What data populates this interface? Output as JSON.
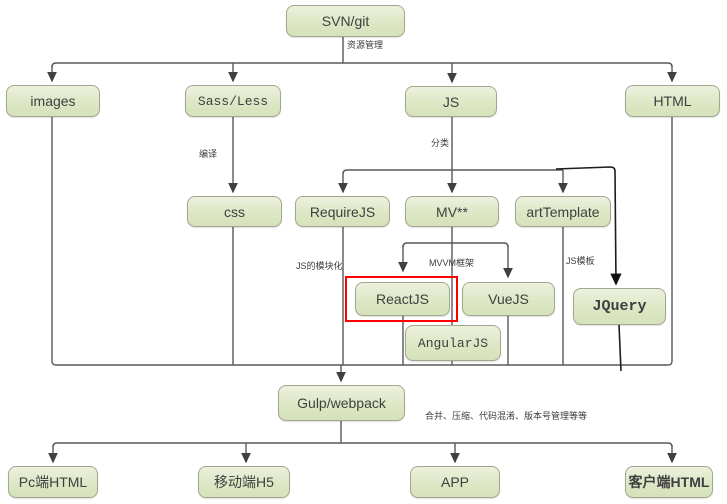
{
  "diagram": {
    "nodes": {
      "svn_git": "SVN/git",
      "images": "images",
      "sass_less": "Sass/Less",
      "js": "JS",
      "html": "HTML",
      "css": "css",
      "requirejs": "RequireJS",
      "mv": "MV**",
      "arttemplate": "artTemplate",
      "reactjs": "ReactJS",
      "vuejs": "VueJS",
      "jquery": "JQuery",
      "angularjs": "AngularJS",
      "gulp_webpack": "Gulp/webpack",
      "pc_html": "Pc端HTML",
      "mobile_h5": "移动端H5",
      "app": "APP",
      "client_html": "客户端HTML"
    },
    "edge_labels": {
      "resource_mgmt": "资源管理",
      "compile": "编译",
      "classify": "分类",
      "js_modular": "JS的模块化",
      "mvvm_framework": "MVVM框架",
      "js_template": "JS模板",
      "build_note": "合并、压缩、代码混淆、版本号管理等等"
    },
    "highlighted_node": "ReactJS",
    "colors": {
      "node_fill": "#dde7c5",
      "node_border": "#a2a78f",
      "line": "#595959",
      "annotation_line": "#1c1c1c",
      "highlight": "#ff0000",
      "text": "#3f3f3f"
    }
  }
}
